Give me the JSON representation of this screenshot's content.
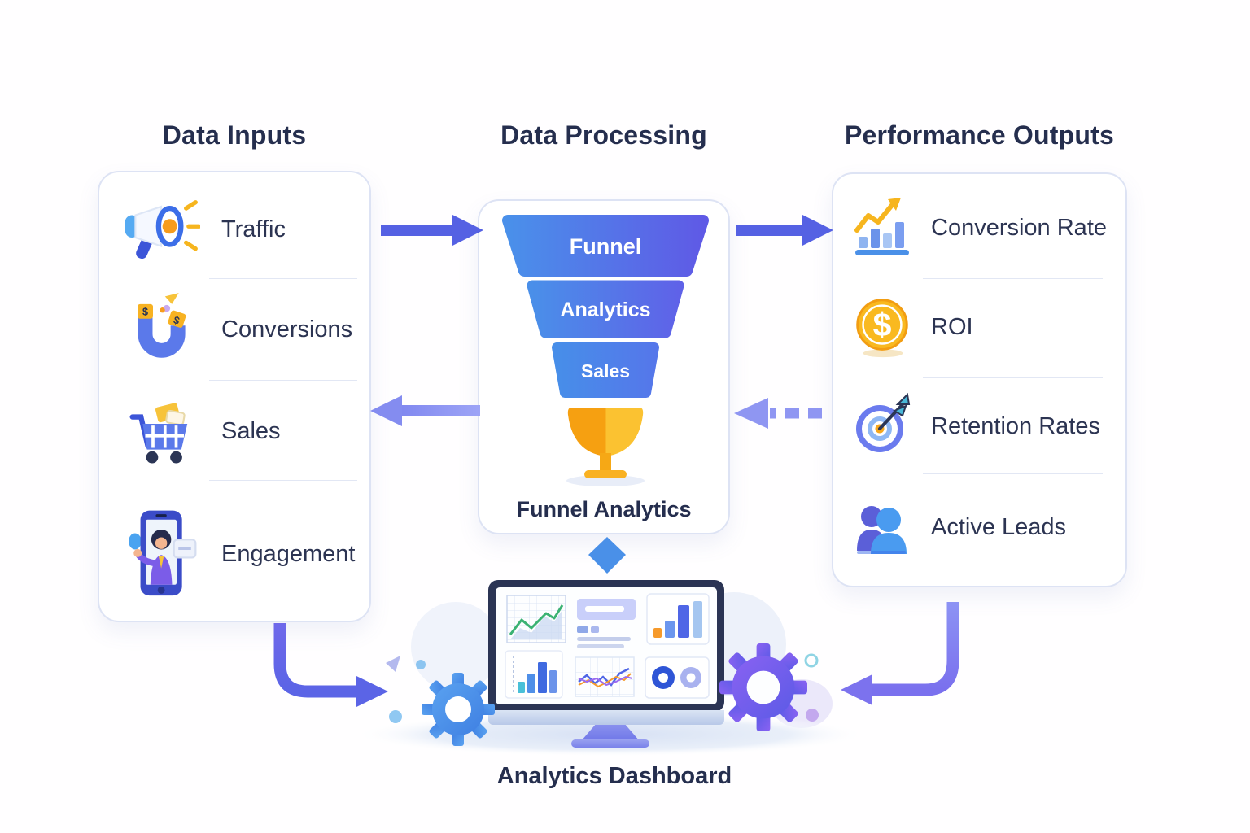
{
  "columns": {
    "inputs": {
      "title": "Data Inputs",
      "items": [
        {
          "label": "Traffic",
          "icon": "megaphone-icon"
        },
        {
          "label": "Conversions",
          "icon": "magnet-icon"
        },
        {
          "label": "Sales",
          "icon": "shopping-cart-icon"
        },
        {
          "label": "Engagement",
          "icon": "phone-person-icon"
        }
      ]
    },
    "processing": {
      "title": "Data Processing",
      "stages": [
        "Funnel",
        "Analytics",
        "Sales"
      ],
      "caption": "Funnel Analytics"
    },
    "outputs": {
      "title": "Performance Outputs",
      "items": [
        {
          "label": "Conversion Rate",
          "icon": "growth-chart-icon"
        },
        {
          "label": "ROI",
          "icon": "dollar-coin-icon"
        },
        {
          "label": "Retention Rates",
          "icon": "target-icon"
        },
        {
          "label": "Active Leads",
          "icon": "people-icon"
        }
      ]
    }
  },
  "dashboard": {
    "caption": "Analytics Dashboard"
  },
  "glyphs": {
    "dollar": "$"
  },
  "colors": {
    "accent_indigo": "#5561e3",
    "accent_blue": "#4a90e8",
    "accent_purple": "#7a5cf0",
    "return_arrow": "#8f96f2",
    "gold": "#f7a81c",
    "text_navy": "#252e4e",
    "card_border": "#dde3f4"
  }
}
